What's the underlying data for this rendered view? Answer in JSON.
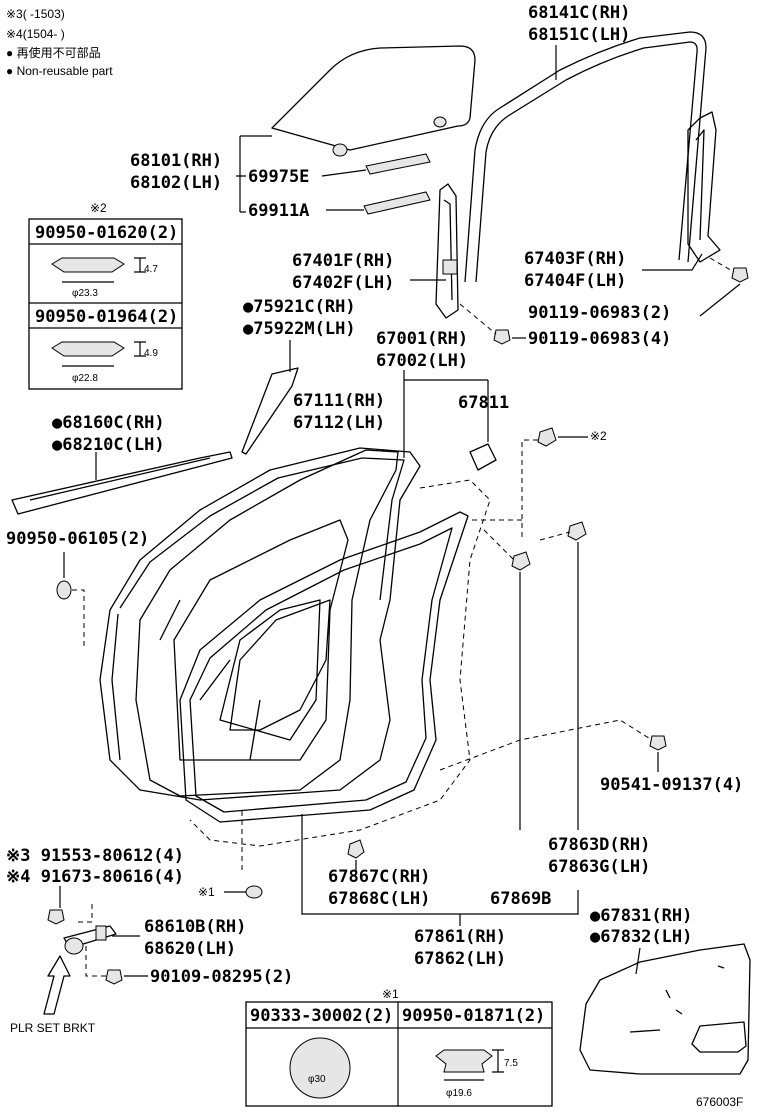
{
  "legend": {
    "note3": "※3(     -1503)",
    "note4": "※4(1504-      )",
    "nonreuse_jp": "● 再使用不可部品",
    "nonreuse_en": "● Non-reusable part"
  },
  "labels": {
    "l68141C": "68141C(RH)",
    "l68151C": "68151C(LH)",
    "l68101": "68101(RH)",
    "l68102": "68102(LH)",
    "l69975E": "69975E",
    "l69911A": "69911A",
    "box2_ref": "※2",
    "box2_a": "90950-01620(2)",
    "box2_a_dim_h": "4.7",
    "box2_a_dim_d": "φ23.3",
    "box2_b": "90950-01964(2)",
    "box2_b_dim_h": "4.9",
    "box2_b_dim_d": "φ22.8",
    "l67401F": "67401F(RH)",
    "l67402F": "67402F(LH)",
    "l67403F": "67403F(RH)",
    "l67404F": "67404F(LH)",
    "l90119a": "90119-06983(2)",
    "l90119b": "90119-06983(4)",
    "l75921C": "●75921C(RH)",
    "l75922M": "●75922M(LH)",
    "l67001": "67001(RH)",
    "l67002": "67002(LH)",
    "l67111": "67111(RH)",
    "l67112": "67112(LH)",
    "l67811": "67811",
    "l68160C": "●68160C(RH)",
    "l68210C": "●68210C(LH)",
    "ref2_clip": "※2",
    "l90950_06105": "90950-06105(2)",
    "l90541": "90541-09137(4)",
    "l67863D": "67863D(RH)",
    "l67863G": "67863G(LH)",
    "l91553": "※3 91553-80612(4)",
    "l91673": "※4 91673-80616(4)",
    "l67867C": "67867C(RH)",
    "l67868C": "67868C(LH)",
    "l67869B": "67869B",
    "ref1_hole": "※1",
    "l68610B": "68610B(RH)",
    "l68620": "68620(LH)",
    "l90109": "90109-08295(2)",
    "l67861": "67861(RH)",
    "l67862": "67862(LH)",
    "l67831": "●67831(RH)",
    "l67832": "●67832(LH)",
    "plr": "PLR SET BRKT",
    "box1_ref": "※1",
    "box1_a": "90333-30002(2)",
    "box1_a_dim": "φ30",
    "box1_b": "90950-01871(2)",
    "box1_b_dim_h": "7.5",
    "box1_b_dim_d": "φ19.6",
    "figure_code": "676003F"
  }
}
